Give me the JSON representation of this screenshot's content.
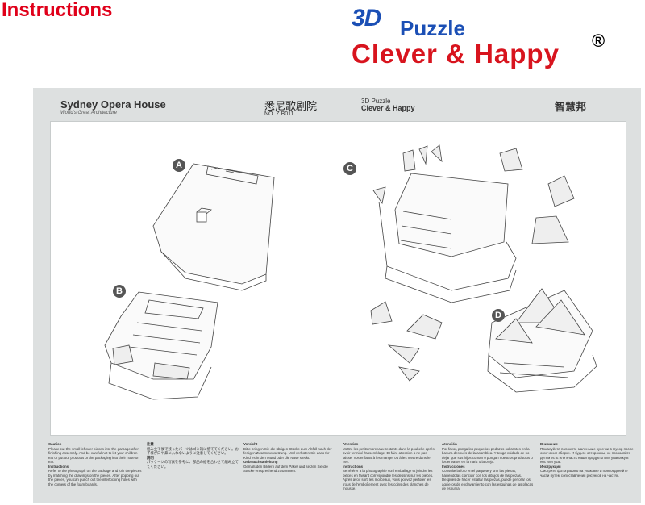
{
  "header": {
    "title": "Instructions"
  },
  "brand": {
    "three_d": "3D",
    "puzzle": "Puzzle",
    "main": "Clever & Happy",
    "reg": "®"
  },
  "sheet": {
    "title": "Sydney Opera House",
    "subtitle": "World's Great Architecture",
    "chinese_title": "悉尼歌剧院",
    "number": "NO. Z  B011",
    "brand_small_1": "3D Puzzle",
    "brand_small_2": "Clever & Happy",
    "logo_cn": "智慧邦"
  },
  "steps": {
    "a": "A",
    "b": "B",
    "c": "C",
    "d": "D"
  },
  "instructions": [
    {
      "heading": "Caution",
      "text": "Please cut the small leftover pieces into the garbage after finishing assembly. And be careful not to let your children eat or put our products or the packaging into their nose or ear.",
      "heading2": "Instructions",
      "text2": "Refer to the photograph on the package and join the pieces by matching the drawings on the pieces. After popping out the pieces, you can punch out the interlocking holes with the corners of the foam boards."
    },
    {
      "heading": "注意",
      "text": "組み立て後で残ったパーツはゴミ箱に捨ててください。お子様が口や鼻に入れないように注意してください。",
      "heading2": "説明",
      "text2": "パッケージの写真を参考に、部品の絵を合わせて組み立ててください。"
    },
    {
      "heading": "Vorsicht",
      "text": "Bitte bringen Sie die übrigen Stücke zum Abfall nach der fertigen Zusammensetzung. Und verhüten Sie dass Ihr Kind es in den Mund oder die Nase steckt.",
      "heading2": "Gebrauchsanleitung",
      "text2": "Gemäß den Bildern auf dem Paket und setzen Sie die Stücke entsprechend zusammen."
    },
    {
      "heading": "Attention",
      "text": "Mettre les petits morceaux restants dans la poubelle après avoir terminé l'assemblage. Et faire attention à ne pas laisser vos enfants à les manger ou à les mettre dans le nez.",
      "heading2": "Instructions",
      "text2": "Se référer à la photographie sur l'emballage et joindre les pièces en faisant correspondre les dessins sur les pièces. Après avoir sorti les morceaux, vous pouvez perforer les trous de l'emboîtement avec les coins des planches de mousse."
    },
    {
      "heading": "Atención",
      "text": "Por favor, ponga los pequeños pedazos sobrantes en la basura después de la asamblea. Y tenga cuidado de no dejar que sus hijos coman o pongan nuestros productos o los envases en la nariz o la oreja.",
      "heading2": "Instrucciones",
      "text2": "Consulte la foto en el paquete y unir las piezas, haciéndolas coincidir con los dibujos de las piezas. Después de hacer estallar las piezas, puede perforar los agujeros de enclavamiento con las esquinas de las placas de espuma."
    },
    {
      "heading": "Внимание",
      "text": "Пожалуйста положите маленькие кусочки в мусор после окончания сборки. И будьте осторожны, не позволяйте детям есть или класть наши продукты или упаковку в нос или уши.",
      "heading2": "Инструкция",
      "text2": "Смотрите фотографию на упаковке и присоединяйте части путем сопоставления рисунков на частях."
    }
  ]
}
